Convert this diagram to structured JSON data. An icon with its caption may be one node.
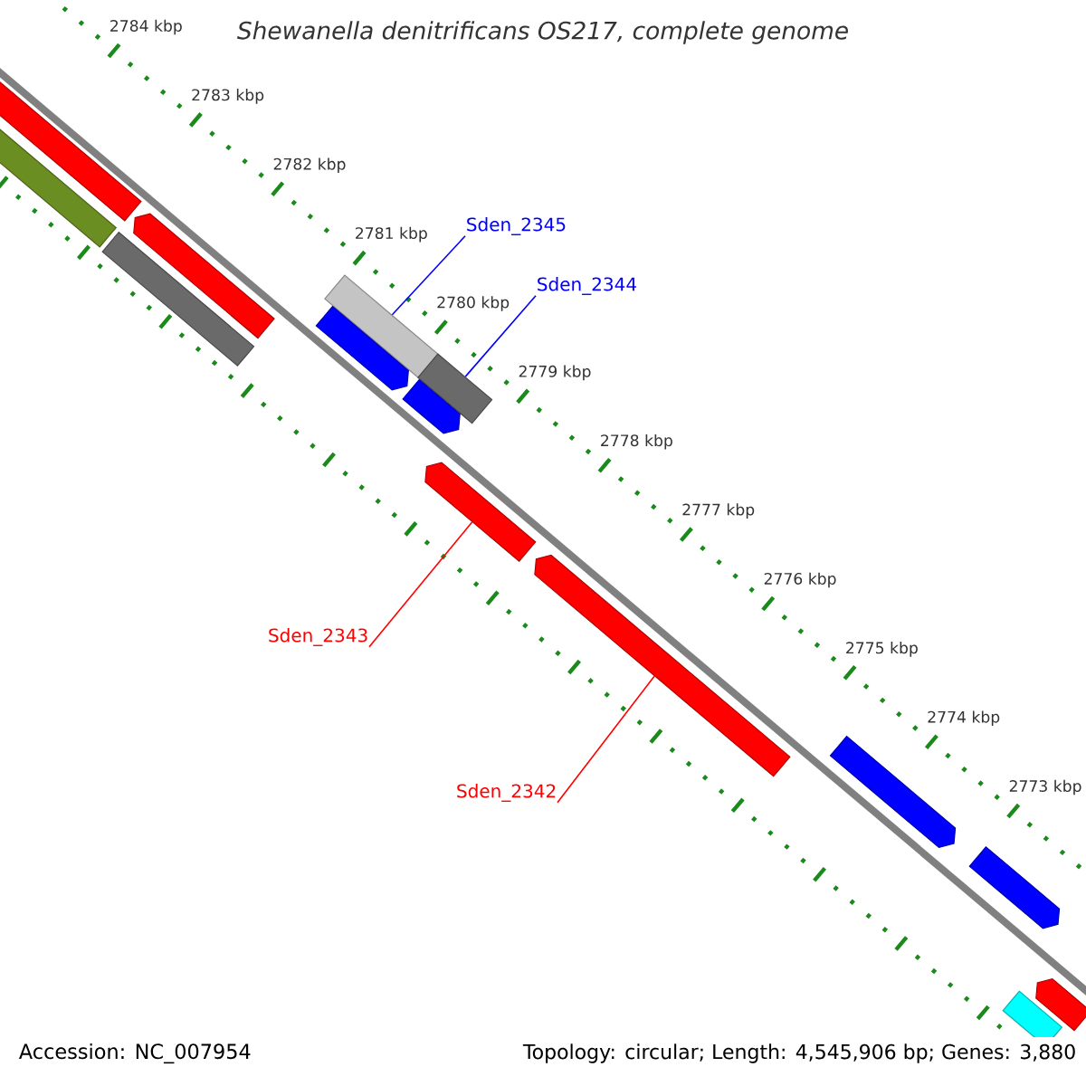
{
  "diagram": {
    "title": "Shewanella denitrificans OS217, complete genome",
    "nodes": [
      {
        "text": [
          "Sden_2345"
        ]
      },
      {
        "text": [],
        "shape": "bar"
      },
      {
        "text": [
          "Sden_2344"
        ]
      },
      {
        "text": [],
        "shape": "bar"
      },
      {
        "text": [
          "Sden_2343"
        ]
      },
      {
        "text": [],
        "shape": "bar"
      },
      {
        "text": [
          "Sden_2342"
        ]
      },
      {
        "text": [],
        "shape": "bar"
      },
      {
        "text": [],
        "shape": "bar"
      },
      {
        "text": [],
        "shape": "bar"
      },
      {
        "text": [],
        "shape": "bar"
      },
      {
        "text": [],
        "shape": "bar"
      },
      {
        "text": [],
        "shape": "bar"
      },
      {
        "text": [],
        "shape": "bar"
      },
      {
        "text": [],
        "shape": "bar"
      },
      {
        "text": [],
        "shape": "bar"
      },
      {
        "text": [],
        "shape": "bar"
      },
      {
        "text": [],
        "shape": "bar"
      }
    ],
    "edges": [
      {
        "from": 0,
        "to": 1,
        "arrow": "none",
        "color": "#0000ff"
      },
      {
        "from": 2,
        "to": 3,
        "arrow": "none",
        "color": "#0000ff"
      },
      {
        "from": 4,
        "to": 5,
        "arrow": "none",
        "color": "#ff0000"
      },
      {
        "from": 6,
        "to": 7,
        "arrow": "none",
        "color": "#ff0000"
      }
    ],
    "labels": [
      "2784 kbp",
      "2783 kbp",
      "2782 kbp",
      "2781 kbp",
      "2780 kbp",
      "2779 kbp",
      "2778 kbp",
      "2777 kbp",
      "2776 kbp",
      "2775 kbp",
      "2774 kbp",
      "2773 kbp",
      "Accession: NC_007954",
      "Topology: circular; Length: 4,545,906 bp; Genes: 3,880"
    ]
  }
}
